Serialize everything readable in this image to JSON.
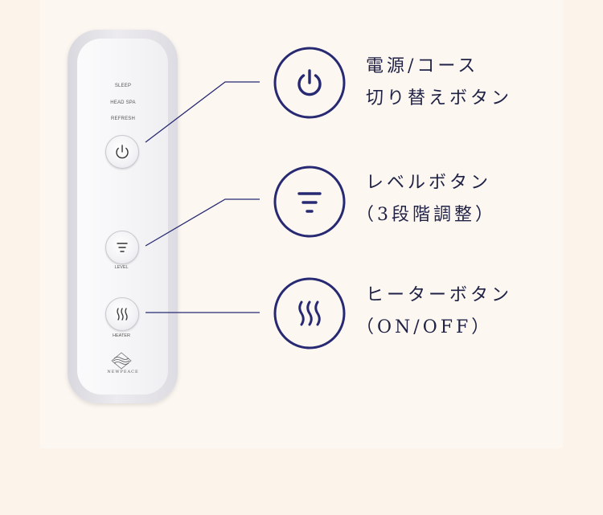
{
  "remote": {
    "modes": [
      "SLEEP",
      "HEAD SPA",
      "REFRESH"
    ],
    "level_label": "LEVEL",
    "heater_label": "HEATER",
    "brand": "NEWPEACE"
  },
  "features": [
    {
      "icon": "power-icon",
      "lines": [
        "電源/コース",
        "切り替えボタン"
      ]
    },
    {
      "icon": "level-icon",
      "lines": [
        "レベルボタン",
        "（3段階調整）"
      ]
    },
    {
      "icon": "heater-icon",
      "lines": [
        "ヒーターボタン",
        "（ON/OFF）"
      ]
    }
  ],
  "colors": {
    "accent": "#272a72",
    "background": "#fcf3ea",
    "panel": "#fdf7f2"
  }
}
